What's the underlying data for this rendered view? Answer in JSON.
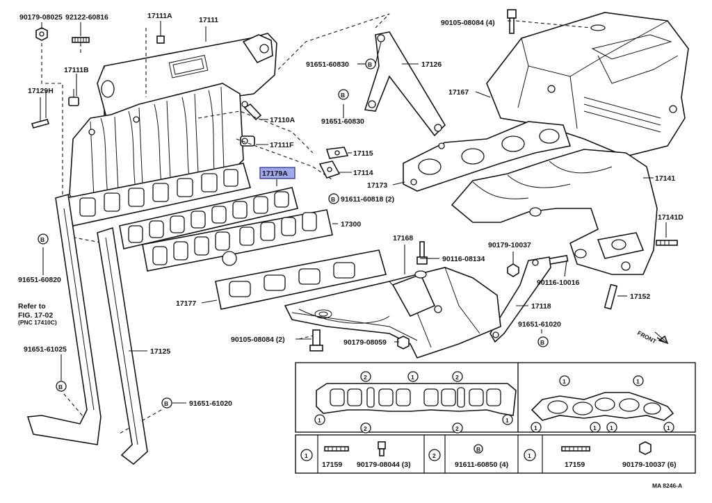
{
  "labels": {
    "p90179_08025": "90179-08025",
    "p92122_60816": "92122-60816",
    "p17111A": "17111A",
    "p17111": "17111",
    "p17111B": "17111B",
    "p17129H": "17129H",
    "p17110A": "17110A",
    "p17111F": "17111F",
    "p17179A": "17179A",
    "p17300": "17300",
    "p90105_08084_4": "90105-08084 (4)",
    "p91651_60830a": "91651-60830",
    "p17126": "17126",
    "p91651_60830b": "91651-60830",
    "p17115": "17115",
    "p17114": "17114",
    "p17173": "17173",
    "p91611_60818": "91611-60818 (2)",
    "p17167": "17167",
    "p17141": "17141",
    "p17141D": "17141D",
    "p17168": "17168",
    "p90116_08134": "90116-08134",
    "p90179_10037": "90179-10037",
    "p90116_10016": "90116-10016",
    "p17152": "17152",
    "p17118": "17118",
    "p91651_61020a": "91651-61020",
    "p91651_60820": "91651-60820",
    "p17177": "17177",
    "p90105_08084_2": "90105-08084 (2)",
    "p90179_08059": "90179-08059",
    "p91651_61025": "91651-61025",
    "p17125": "17125",
    "p91651_61020b": "91651-61020",
    "refer1": "Refer to",
    "refer2": "FIG. 17-02",
    "refer3": "(PNC 17410C)",
    "front": "FRONT",
    "ref_code": "MA 8246-A"
  },
  "markers": {
    "bolt_b": "B",
    "one": "1",
    "two": "2"
  },
  "legend": {
    "l17159a": "17159",
    "l90179_08044": "90179-08044 (3)",
    "l91611_60850": "91611-60850 (4)",
    "l17159b": "17159",
    "l90179_10037": "90179-10037 (6)"
  }
}
